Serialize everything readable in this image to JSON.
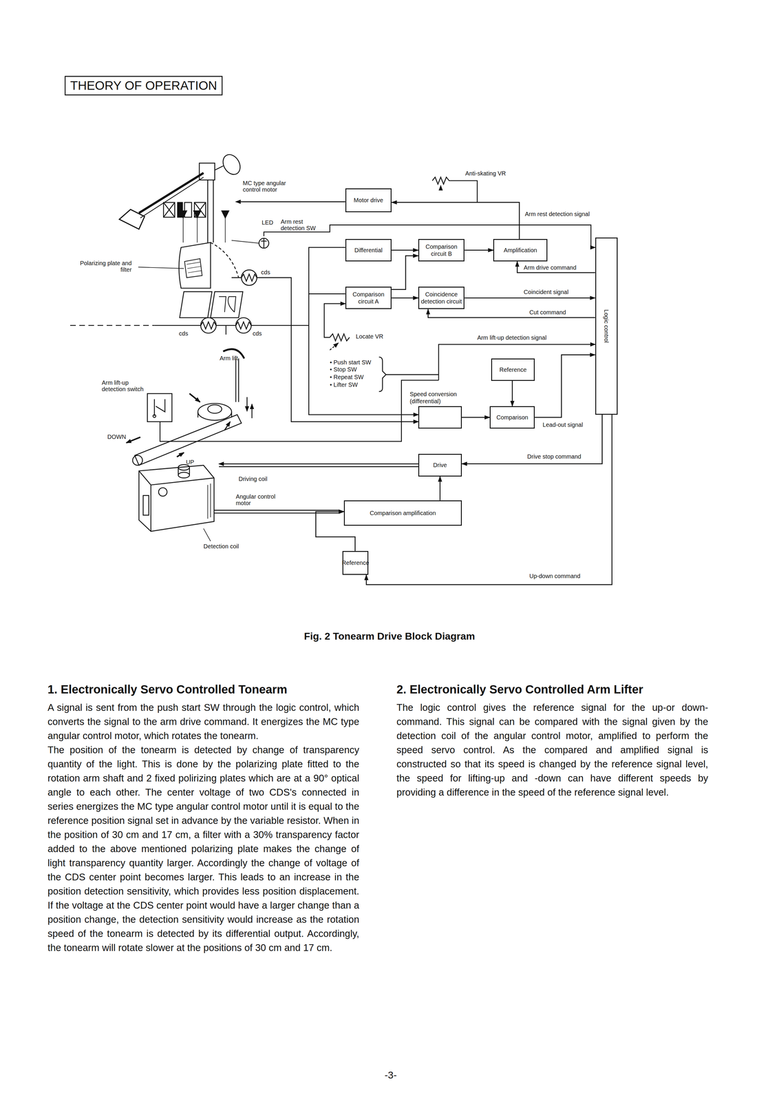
{
  "diagram": {
    "title": "THEORY OF OPERATION",
    "caption": "Fig. 2 Tonearm Drive Block Diagram",
    "nodes": [
      {
        "text": [
          "Motor drive"
        ]
      },
      {
        "text": [
          "Differential"
        ]
      },
      {
        "text": [
          "Comparison circuit B"
        ]
      },
      {
        "text": [
          "Amplification"
        ]
      },
      {
        "text": [
          "Comparison circuit A"
        ]
      },
      {
        "text": [
          "Coincidence detection circuit"
        ]
      },
      {
        "text": [
          "Logic control"
        ]
      },
      {
        "text": [
          "Reference"
        ]
      },
      {
        "text": [
          "Speed conversion (differential)"
        ]
      },
      {
        "text": [
          "Comparison"
        ]
      },
      {
        "text": [
          "Drive"
        ]
      },
      {
        "text": [
          "Comparison amplification"
        ]
      },
      {
        "text": [
          "Reference"
        ]
      }
    ],
    "edges": [
      {
        "from": 3,
        "to": 0,
        "arrow": "to"
      },
      {
        "from": 1,
        "to": 2,
        "arrow": "to"
      },
      {
        "from": 2,
        "to": 3,
        "arrow": "to"
      },
      {
        "from": 6,
        "to": 3,
        "label": "Arm drive command",
        "arrow": "to"
      },
      {
        "from": 4,
        "to": 5,
        "arrow": "to"
      },
      {
        "from": 5,
        "to": 6,
        "label": "Coincident signal",
        "arrow": "to"
      },
      {
        "from": 6,
        "to": 5,
        "label": "Cut command",
        "arrow": "to"
      },
      {
        "from": 4,
        "to": 2,
        "arrow": "to"
      },
      {
        "from": 8,
        "to": 9,
        "arrow": "to"
      },
      {
        "from": 7,
        "to": 9,
        "arrow": "to"
      },
      {
        "from": 9,
        "to": 6,
        "label": "Lead-out signal",
        "arrow": "to"
      },
      {
        "from": 6,
        "to": 10,
        "label": "Drive stop command",
        "arrow": "to"
      },
      {
        "from": 11,
        "to": 10,
        "arrow": "to"
      },
      {
        "from": 12,
        "to": 11,
        "arrow": "to"
      },
      {
        "from": 6,
        "to": 12,
        "label": "Up-down command",
        "arrow": "to"
      }
    ],
    "labels": [
      "MC type angular control motor",
      "Anti-skating VR",
      "Arm rest detection signal",
      "LED",
      "Arm rest detection SW",
      "Polarizing plate and filter",
      "cds",
      "cds",
      "cds",
      "Locate VR",
      "Arm lift-up detection signal",
      "Arm lift",
      "• Push start SW",
      "• Stop SW",
      "• Repeat SW",
      "• Lifter SW",
      "Arm lift-up detection switch",
      "DOWN",
      "UP",
      "Driving coil",
      "Angular control motor",
      "Detection coil",
      "1. Electronically Servo Controlled Tonearm",
      "A signal is sent from the push start SW through the logic control, which converts the signal to the arm drive command. It energizes the MC type angular control motor, which rotates the tonearm.",
      "The position of the tonearm is detected by change of transparency quantity of the light. This is done by the polarizing plate fitted to the rotation arm shaft and 2 fixed polirizing plates which are at a 90° optical angle to each other. The center voltage of two CDS's connected in series energizes the MC type angular control motor until it is equal to the reference position signal set in advance by the variable resistor. When in the position of 30 cm and 17 cm, a filter with a 30% transparency factor added to the above mentioned polarizing plate makes the change of light transparency quantity larger. Accordingly the change of voltage of the CDS center point becomes larger. This leads to an increase in the position detection sensitivity, which provides less position displacement. If the voltage at the CDS center point would have a larger change than a position change, the detection sensitivity would increase as the rotation speed of the tonearm is detected by its differential output. Accordingly, the tonearm will rotate slower at the positions of 30 cm and 17 cm.",
      "2. Electronically Servo Controlled Arm Lifter",
      "The logic control gives the reference signal for the up-or down-command. This signal can be compared with the signal given by the detection coil of the angular control motor, amplified to perform the speed servo control. As the compared and amplified signal is constructed so that its speed is changed by the reference signal level, the speed for lifting-up and -down can have different speeds by providing a difference in the speed of the reference signal level.",
      "-3-"
    ]
  }
}
